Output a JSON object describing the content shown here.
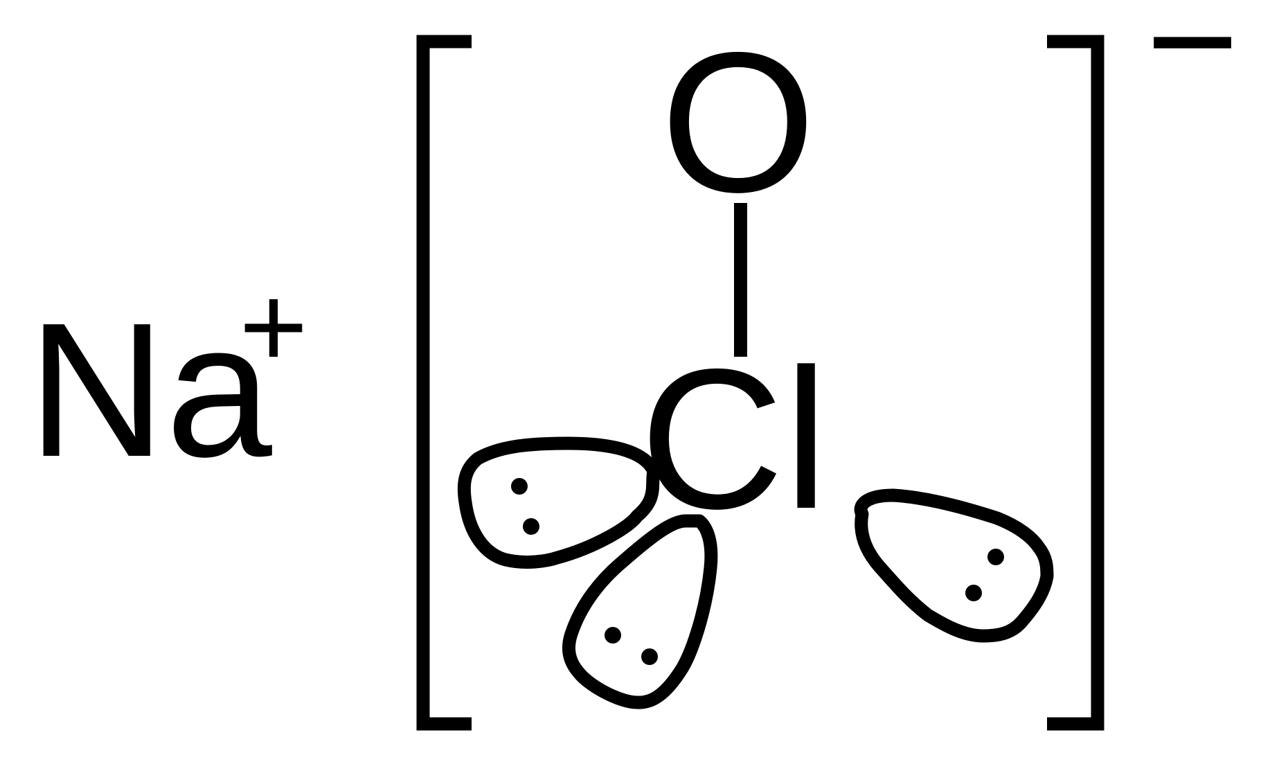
{
  "cation": {
    "symbol": "Na",
    "charge": "+"
  },
  "anion": {
    "central_atom": "Cl",
    "bonded_atom": "O",
    "charge": "−",
    "lone_pair_count": 3,
    "bond_type": "single"
  },
  "colors": {
    "ink": "#000000",
    "background": "#ffffff"
  }
}
